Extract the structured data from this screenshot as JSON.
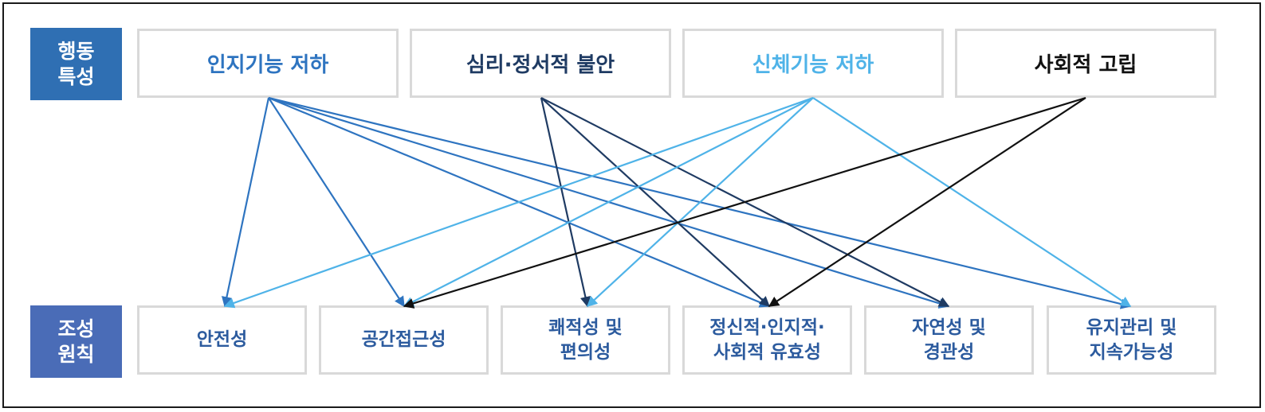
{
  "labels": {
    "top": "행동\n특성",
    "bottom": "조성\n원칙"
  },
  "top_items": [
    {
      "text": "인지기능 저하",
      "color": "#2e74c0"
    },
    {
      "text": "심리·정서적 불안",
      "color": "#1f3b63"
    },
    {
      "text": "신체기능 저하",
      "color": "#4fb3e8"
    },
    {
      "text": "사회적 고립",
      "color": "#111111"
    }
  ],
  "bottom_items": [
    {
      "text": "안전성"
    },
    {
      "text": "공간접근성"
    },
    {
      "text": "쾌적성 및\n편의성"
    },
    {
      "text": "정신적·인지적·\n사회적 유효성"
    },
    {
      "text": "자연성 및\n경관성"
    },
    {
      "text": "유지관리 및\n지속가능성"
    }
  ],
  "links": [
    {
      "from": 0,
      "to": [
        0,
        1,
        3,
        4,
        5
      ]
    },
    {
      "from": 1,
      "to": [
        2,
        3,
        4
      ]
    },
    {
      "from": 2,
      "to": [
        0,
        1,
        2,
        5
      ]
    },
    {
      "from": 3,
      "to": [
        1,
        3
      ]
    }
  ]
}
